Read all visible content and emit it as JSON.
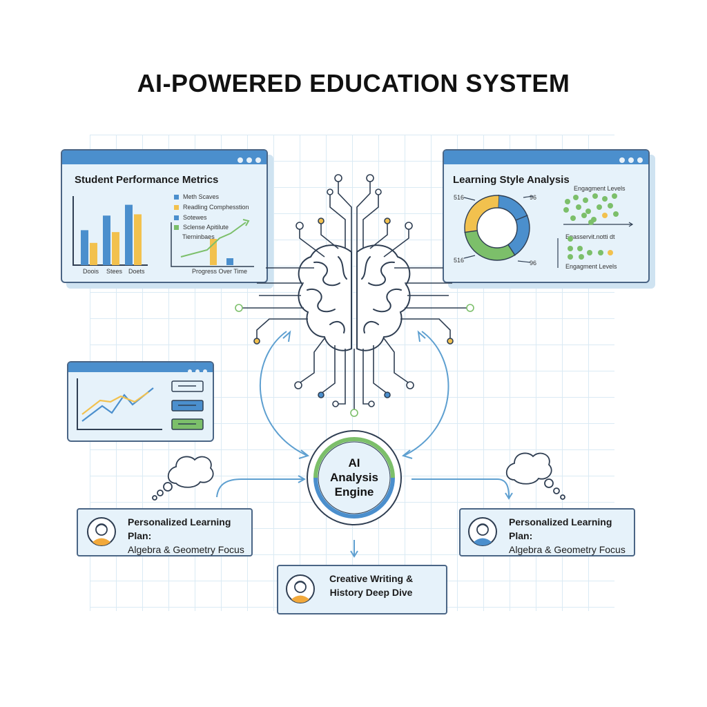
{
  "title": "AI-POWERED EDUCATION SYSTEM",
  "student_panel": {
    "title": "Student Performance Metrics",
    "legend": [
      {
        "label": "Meth Scaves",
        "color": "#4b8fcd"
      },
      {
        "label": "Readling Comphesstion",
        "color": "#f2c14e"
      },
      {
        "label": "Sotewes",
        "color": "#4b8fcd"
      },
      {
        "label": "Sclense Apitilute",
        "color": "#7cbf6a"
      }
    ],
    "sub_label": "Tierninbaes",
    "x_labels": [
      "Doois",
      "Stees",
      "Doets"
    ],
    "progress_label": "Progress Over Time",
    "bar_values_blue": [
      0.55,
      0.78,
      0.95
    ],
    "bar_values_yellow": [
      0.35,
      0.52,
      0.8
    ]
  },
  "style_panel": {
    "title": "Learning Style Analysis",
    "engagement_top": "Engagment Levels",
    "engagement_mid": "Enasservit.notti dt",
    "engagement_bottom": "Engagment Levels",
    "donut_labels": [
      "516",
      "96",
      "516",
      "96"
    ],
    "donut_segments": [
      {
        "value": 0.18,
        "color": "#4b8fcd"
      },
      {
        "value": 0.22,
        "color": "#4b8fcd"
      },
      {
        "value": 0.32,
        "color": "#7cbf6a"
      },
      {
        "value": 0.28,
        "color": "#f2c14e"
      }
    ]
  },
  "engine": {
    "line1": "AI",
    "line2": "Analysis",
    "line3": "Engine"
  },
  "plans": [
    {
      "line1": "Personalized Learning Plan:",
      "line2": "Algebra & Geometry Focus"
    },
    {
      "line1": "Personalized Learning Plan:",
      "line2": "Algebra & Geometry Focus"
    },
    {
      "line1": "Creative Writing &",
      "line2": "History Deep Dive"
    }
  ],
  "colors": {
    "accent": "#4b8fcd",
    "green": "#7cbf6a",
    "yellow": "#f2c14e",
    "line": "#2f3e52"
  }
}
